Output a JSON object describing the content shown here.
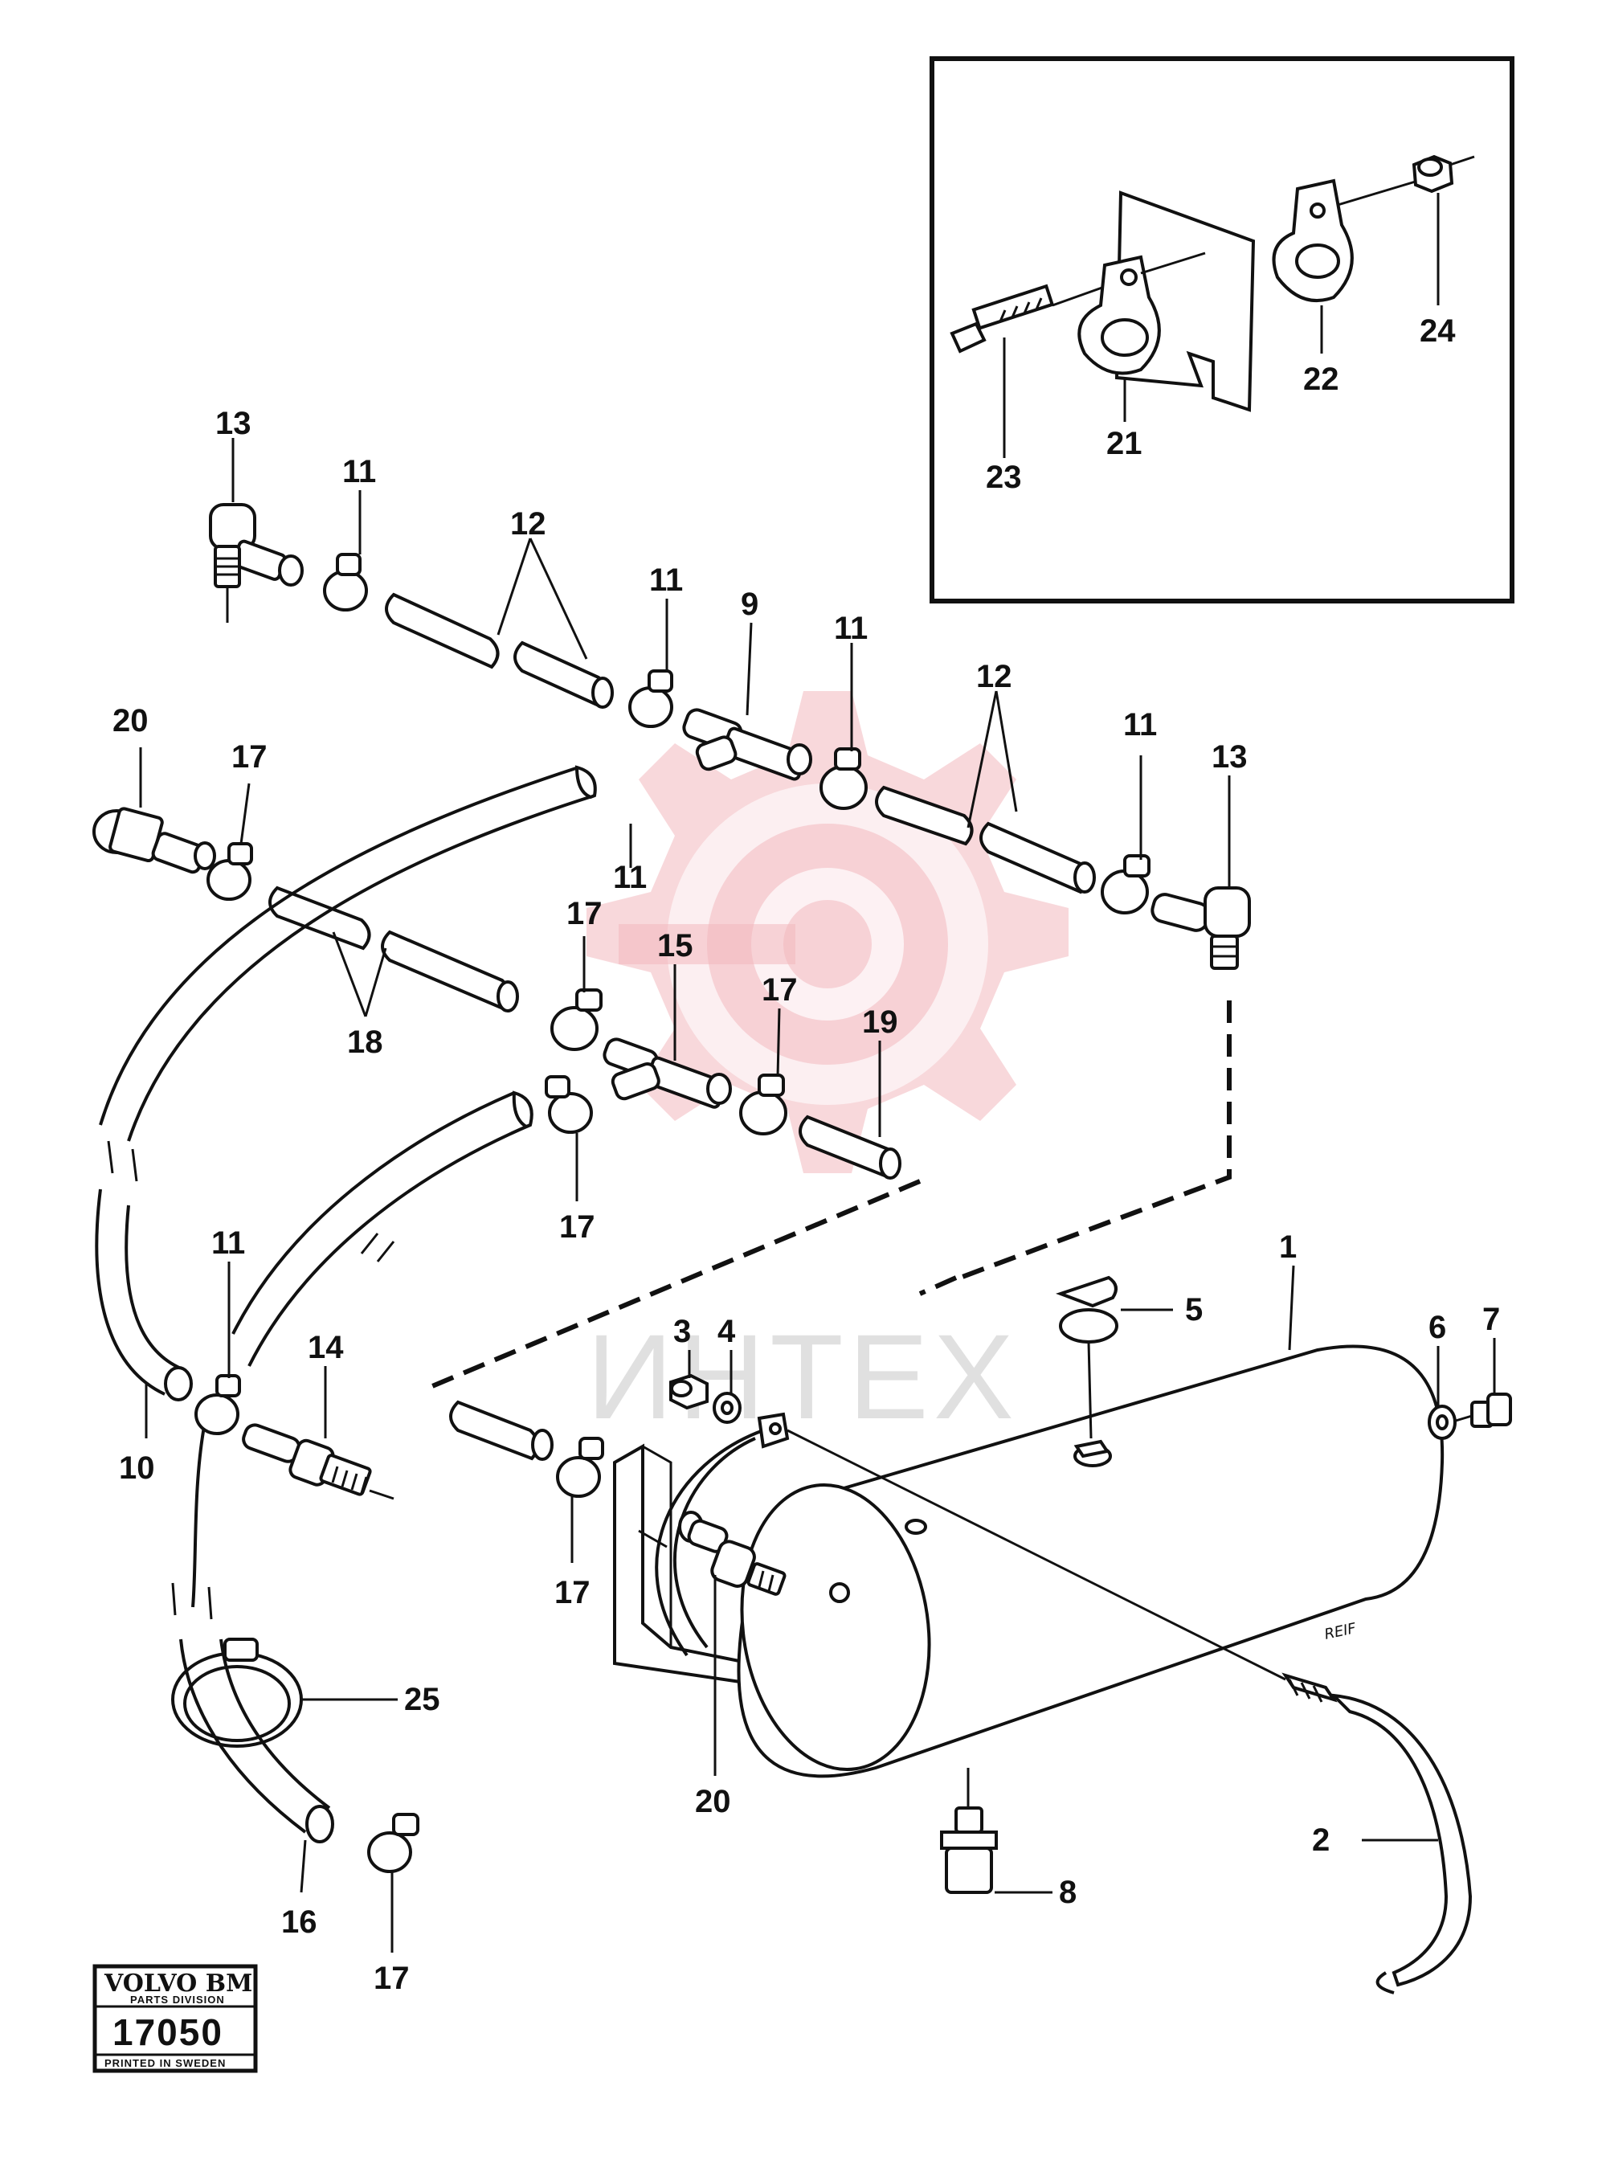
{
  "labels": {
    "l1": "1",
    "l2": "2",
    "l3": "3",
    "l4": "4",
    "l5": "5",
    "l6": "6",
    "l7": "7",
    "l8": "8",
    "l9": "9",
    "l10": "10",
    "l11": "11",
    "l12": "12",
    "l13": "13",
    "l14": "14",
    "l15": "15",
    "l16": "16",
    "l17": "17",
    "l18": "18",
    "l19": "19",
    "l20": "20",
    "l21": "21",
    "l22": "22",
    "l23": "23",
    "l24": "24",
    "l25": "25"
  },
  "stamp": {
    "brand": "VOLVO BM",
    "division": "PARTS DIVISION",
    "number": "17050",
    "printed": "PRINTED IN SWEDEN"
  },
  "tank_marking": "REIF",
  "watermark": "ИНТЕХ",
  "colors": {
    "ink": "#111111",
    "watermark": "#f2b8bd"
  }
}
